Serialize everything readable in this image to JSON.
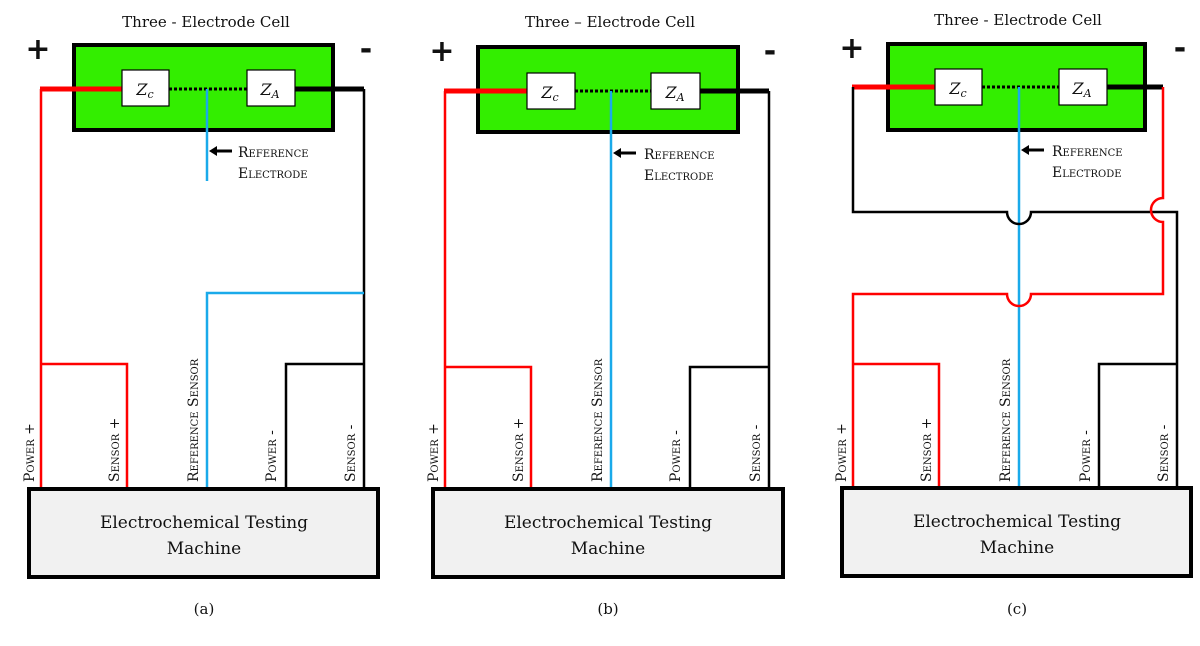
{
  "colors": {
    "cell_fill": "#33ee00",
    "machine_fill": "#f1f1f1",
    "positive_wire": "#ff0000",
    "negative_wire": "#000000",
    "reference_wire": "#1aaaea"
  },
  "panels": [
    {
      "id": "a",
      "title": "Three - Electrode  Cell",
      "plus": "+",
      "minus": "-",
      "zc": {
        "main": "Z",
        "sub": "c"
      },
      "za": {
        "main": "Z",
        "sub": "A"
      },
      "ref_electrode": {
        "line1": "Reference",
        "line2": "Electrode"
      },
      "leads": {
        "power_plus": "Power +",
        "sensor_plus": "Sensor +",
        "reference_sensor": "Reference  Sensor",
        "power_minus": "Power -",
        "sensor_minus": "Sensor -"
      },
      "machine": {
        "line1": "Electrochemical Testing",
        "line2": "Machine"
      },
      "caption": "(a)",
      "configuration": "reference sensor connected to negative terminal"
    },
    {
      "id": "b",
      "title": "Three – Electrode  Cell",
      "plus": "+",
      "minus": "-",
      "zc": {
        "main": "Z",
        "sub": "c"
      },
      "za": {
        "main": "Z",
        "sub": "A"
      },
      "ref_electrode": {
        "line1": "Reference",
        "line2": "Electrode"
      },
      "leads": {
        "power_plus": "Power +",
        "sensor_plus": "Sensor +",
        "reference_sensor": "Reference  Sensor",
        "power_minus": "Power -",
        "sensor_minus": "Sensor -"
      },
      "machine": {
        "line1": "Electrochemical Testing",
        "line2": "Machine"
      },
      "caption": "(b)",
      "configuration": "reference sensor connected to reference electrode"
    },
    {
      "id": "c",
      "title": "Three - Electrode  Cell",
      "plus": "+",
      "minus": "-",
      "zc": {
        "main": "Z",
        "sub": "c"
      },
      "za": {
        "main": "Z",
        "sub": "A"
      },
      "ref_electrode": {
        "line1": "Reference",
        "line2": "Electrode"
      },
      "leads": {
        "power_plus": "Power +",
        "sensor_plus": "Sensor +",
        "reference_sensor": "Reference  Sensor",
        "power_minus": "Power -",
        "sensor_minus": "Sensor -"
      },
      "machine": {
        "line1": "Electrochemical Testing",
        "line2": "Machine"
      },
      "caption": "(c)",
      "configuration": "crossed leads: positive leads to anode side, negative leads to cathode side"
    }
  ]
}
